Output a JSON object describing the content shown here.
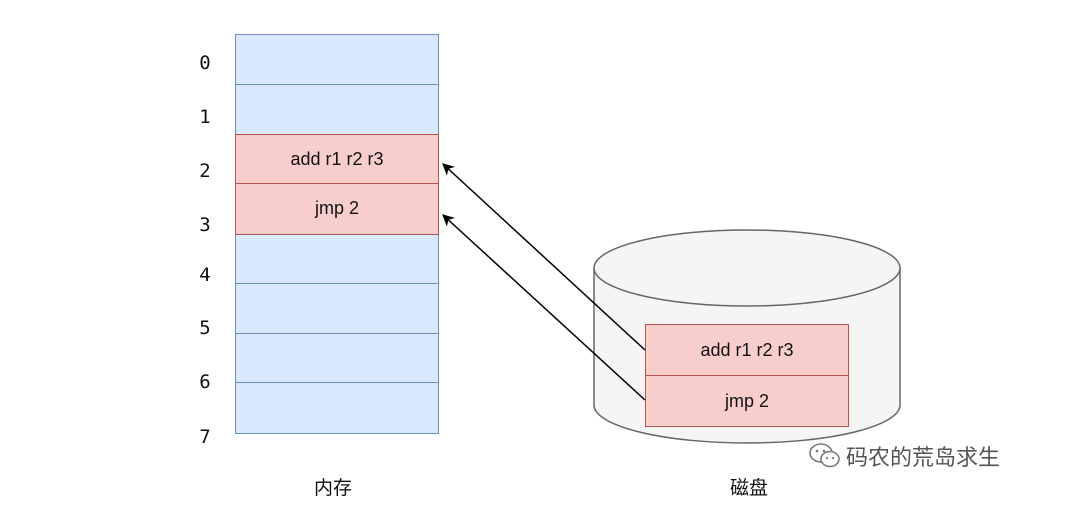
{
  "memory": {
    "indices": [
      "0",
      "1",
      "2",
      "3",
      "4",
      "5",
      "6",
      "7"
    ],
    "cells": [
      "",
      "",
      "add r1 r2 r3",
      "jmp  2",
      "",
      "",
      "",
      ""
    ],
    "highlighted_indices": [
      2,
      3
    ],
    "caption": "内存"
  },
  "disk": {
    "cells": [
      "add r1 r2 r3",
      "jmp  2"
    ],
    "caption": "磁盘"
  },
  "watermark": {
    "text": "码农的荒岛求生",
    "icon": "wechat-icon"
  },
  "colors": {
    "memory_cell_fill": "#dae8fc",
    "memory_cell_border": "#6c8ebf",
    "highlight_fill": "#f8cecc",
    "highlight_border": "#b85450",
    "disk_fill": "#f5f5f5",
    "disk_stroke": "#666666",
    "arrow": "#000000"
  }
}
